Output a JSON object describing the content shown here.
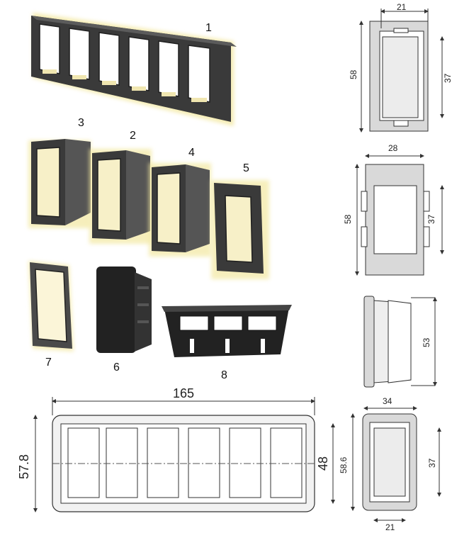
{
  "part_labels": {
    "p1": "1",
    "p2": "2",
    "p3": "3",
    "p4": "4",
    "p5": "5",
    "p6": "6",
    "p7": "7",
    "p8": "8"
  },
  "drawing_a": {
    "width": "21",
    "height": "58",
    "opening": "37"
  },
  "drawing_b": {
    "width": "28",
    "height": "58",
    "opening": "37"
  },
  "drawing_c": {
    "height": "53"
  },
  "drawing_d": {
    "width": "165",
    "height": "57.8",
    "inner_height": "48"
  },
  "drawing_e": {
    "width": "34",
    "height": "58.6",
    "opening": "37",
    "bottom_width": "21"
  },
  "colors": {
    "panel_dark": "#3a3a3a",
    "panel_mid": "#5b5b5b",
    "glow": "#f3e8a0",
    "line": "#333333",
    "fill_grey": "#d9d9d9"
  }
}
